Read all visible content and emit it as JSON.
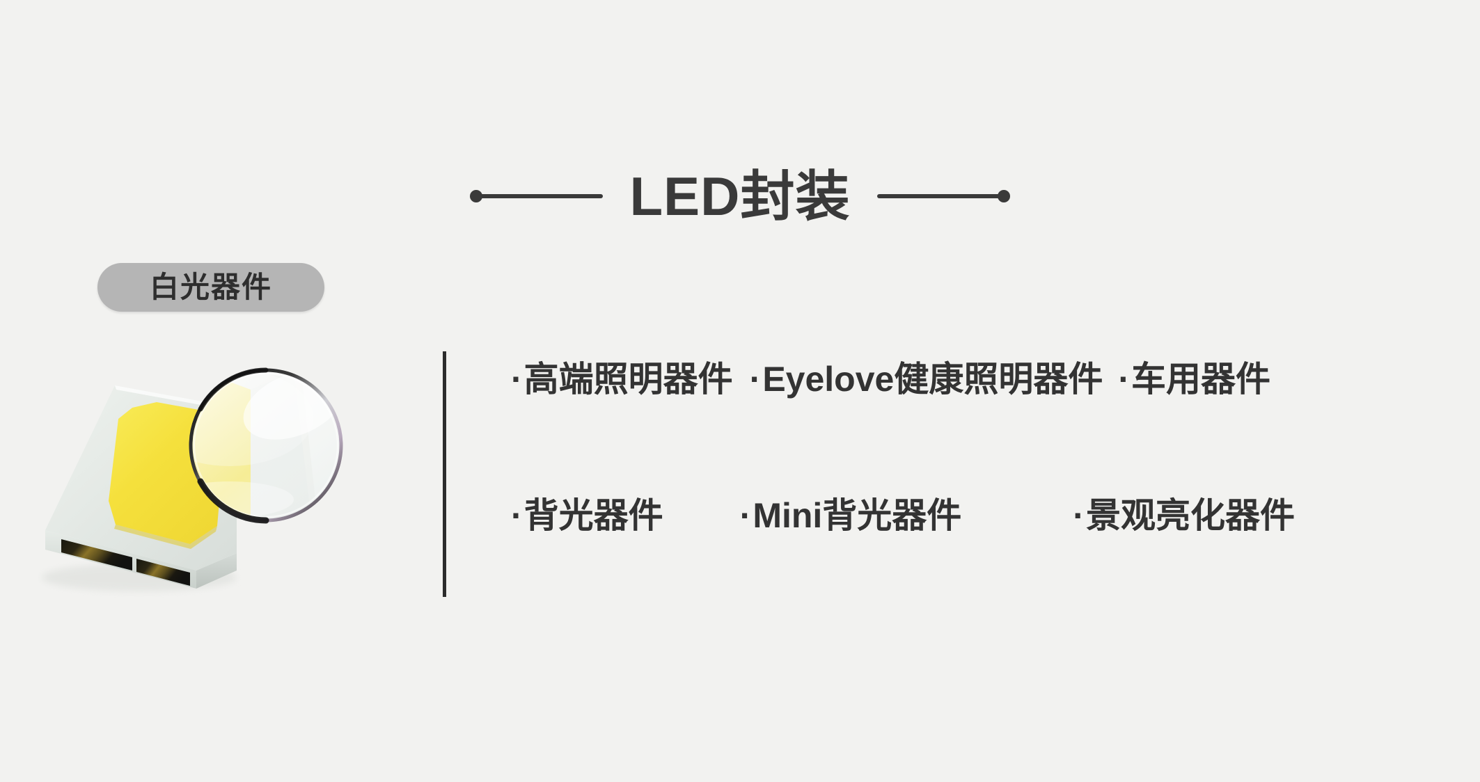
{
  "page": {
    "background_color": "#f2f2f0",
    "title": "LED封装",
    "title_color": "#3a3a3a"
  },
  "badge": {
    "label": "白光器件",
    "background_color": "#b5b5b5",
    "text_color": "#2e2e2e"
  },
  "product_image": {
    "alt": "白光LED封装器件 SMD 贴片 带放大镜",
    "substrate_color": "#e3e8e4",
    "phosphor_color": "#f5e03c",
    "pad_color": "#2a2518",
    "lens_rim_color": "#1d1d1d"
  },
  "features": {
    "row1": [
      {
        "bullet": "·",
        "label": "高端照明器件"
      },
      {
        "bullet": "·",
        "label": "Eyelove健康照明器件"
      },
      {
        "bullet": "·",
        "label": "车用器件"
      }
    ],
    "row2": [
      {
        "bullet": "·",
        "label": "背光器件"
      },
      {
        "bullet": "·",
        "label": "Mini背光器件"
      },
      {
        "bullet": "·",
        "label": "景观亮化器件"
      }
    ],
    "text_color": "#333333"
  }
}
